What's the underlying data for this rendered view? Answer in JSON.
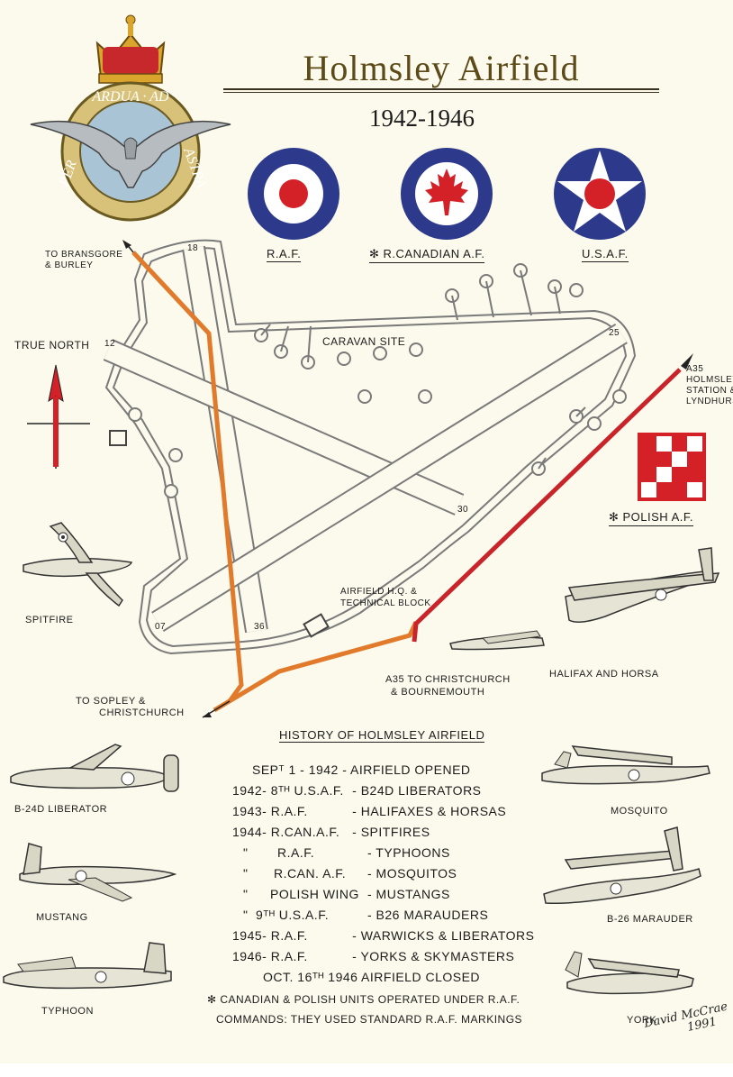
{
  "title": "Holmsley Airfield",
  "years": "1942-1946",
  "crest": {
    "motto_left": "PER",
    "motto_top": "ARDUA · AD",
    "motto_right": "ASTRA"
  },
  "roundels": [
    {
      "label": "R.A.F.",
      "outer": "#2d3a8c",
      "ring": "#ffffff",
      "center": "#d42027"
    },
    {
      "label": "✻ R.CANADIAN A.F.",
      "outer": "#2d3a8c",
      "ring": "#ffffff",
      "center": "#d42027"
    },
    {
      "label": "U.S.A.F.",
      "outer": "#2d3a8c",
      "ring": "#ffffff",
      "center": "#d42027"
    }
  ],
  "polish_label": "✻ POLISH A.F.",
  "map": {
    "to_bransgore": [
      "TO BRANSGORE",
      "& BURLEY"
    ],
    "true_north": "TRUE NORTH",
    "caravan_site": "CARAVAN SITE",
    "a35_holmsley": [
      "A35",
      "HOLMSLEY",
      "STATION &",
      "LYNDHURST"
    ],
    "airfield_hq": [
      "AIRFIELD H.Q. &",
      "TECHNICAL BLOCK"
    ],
    "a35_christchurch": [
      "A35 TO CHRISTCHURCH",
      "& BOURNEMOUTH"
    ],
    "to_sopley": [
      "TO SOPLEY &",
      "CHRISTCHURCH"
    ],
    "runways": {
      "r18": "18",
      "r12": "12",
      "r25": "25",
      "r30": "30",
      "r07": "07",
      "r36": "36"
    }
  },
  "planes": {
    "spitfire": "SPITFIRE",
    "halifax": "HALIFAX and HORSA",
    "liberator": "B-24D LIBERATOR",
    "mosquito": "MOSQUITO",
    "mustang": "MUSTANG",
    "marauder": "B-26 MARAUDER",
    "typhoon": "TYPHOON",
    "york": "YORK"
  },
  "history": {
    "title": "HISTORY of HOLMSLEY AIRFIELD",
    "rows": [
      {
        "year": "SEPᵀ 1 - 1942",
        "unit": "",
        "event": "- AIRFIELD OPENED"
      },
      {
        "year": "1942",
        "unit": "- 8ᵀᴴ U.S.A.F.",
        "event": "- B24D LIBERATORS"
      },
      {
        "year": "1943",
        "unit": "- R.A.F.",
        "event": "- HALIFAXES & HORSAS"
      },
      {
        "year": "1944",
        "unit": "- R.CAN.A.F.",
        "event": "- SPITFIRES"
      },
      {
        "year": "\"",
        "unit": "R.A.F.",
        "event": "- TYPHOONS"
      },
      {
        "year": "\"",
        "unit": "R.CAN. A.F.",
        "event": "- MOSQUITOS"
      },
      {
        "year": "\"",
        "unit": "POLISH WING",
        "event": "- MUSTANGS"
      },
      {
        "year": "\"",
        "unit": "9ᵀᴴ U.S.A.F.",
        "event": "- B26 MARAUDERS"
      },
      {
        "year": "1945",
        "unit": "- R.A.F.",
        "event": "- WARWICKS & LIBERATORS"
      },
      {
        "year": "1946",
        "unit": "- R.A.F.",
        "event": "- YORKS & SKYMASTERS"
      }
    ],
    "closed": "OCT. 16ᵀᴴ 1946  AIRFIELD CLOSED",
    "note1": "✻ CANADIAN & POLISH UNITS OPERATED UNDER R.A.F.",
    "note2": "COMMANDS: THEY USED STANDARD R.A.F. MARKINGS"
  },
  "signature": [
    "David McCrae",
    "1991"
  ],
  "colors": {
    "road_orange": "#e27a2b",
    "road_red": "#c9242a",
    "navy": "#2d3a8c",
    "red": "#d42027"
  }
}
